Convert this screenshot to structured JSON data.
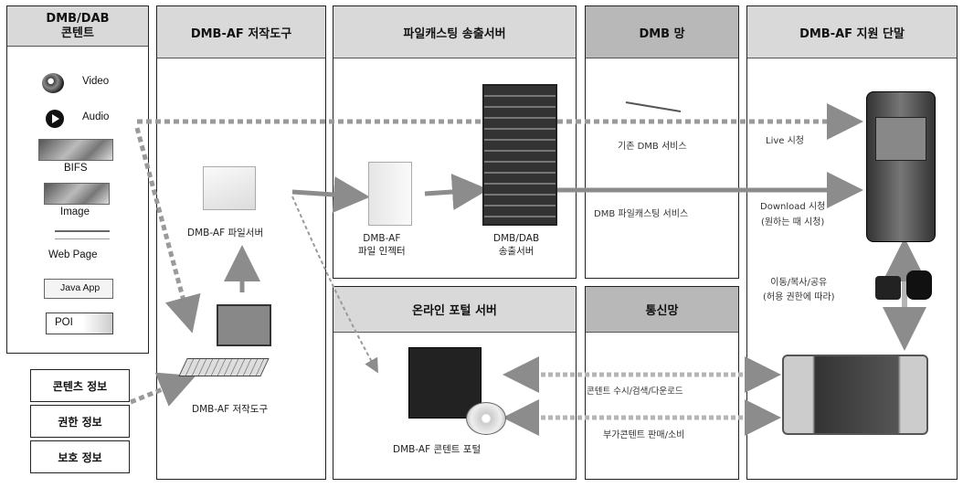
{
  "sources": {
    "title": "DMB/DAB\n콘텐트",
    "items": [
      "Video",
      "Audio",
      "BIFS",
      "Image",
      "Web Page",
      "Java App",
      "POI"
    ]
  },
  "info_boxes": [
    "콘텐츠 정보",
    "권한 정보",
    "보호 정보"
  ],
  "columns": {
    "authoring": "DMB-AF 저작도구",
    "filecasting": "파일캐스팅 송출서버",
    "dmb_network": "DMB 망",
    "terminal": "DMB-AF 지원 단말",
    "portal": "온라인 포털 서버",
    "telecom": "통신망"
  },
  "nodes": {
    "file_server": "DMB-AF 파일서버",
    "authoring_tool": "DMB-AF 저작도구",
    "injector": "DMB-AF\n파일 인젝터",
    "transmitter": "DMB/DAB\n송출서버",
    "portal": "DMB-AF 콘텐트 포털"
  },
  "links": {
    "legacy_dmb": "기존 DMB 서비스",
    "live_view": "Live 시청",
    "filecasting_service": "DMB 파일캐스팅 서비스",
    "download_view": "Download 시청\n(원하는 때 시청)",
    "move_copy_share": "이동/복사/공유\n(허용 권한에 따라)",
    "portal_search": "콘텐트 수시/검색/다운로드",
    "portal_purchase": "부가콘텐트 판매/소비"
  },
  "colors": {
    "header": "#d9d9d9",
    "header_dark": "#b8b8b8",
    "arrow": "#8c8c8c",
    "dotted": "#9a9a9a"
  }
}
